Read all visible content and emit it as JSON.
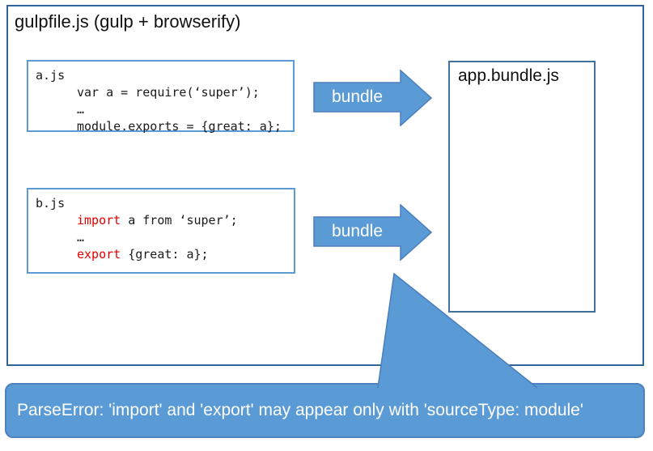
{
  "frame": {
    "title": "gulpfile.js (gulp + browserify)"
  },
  "source_files": {
    "a": {
      "filename": "a.js",
      "lines": [
        {
          "keyword": "",
          "code": "var a = require(‘super’);"
        },
        {
          "keyword": "",
          "code": "…"
        },
        {
          "keyword": "",
          "code": "module.exports = {great: a};"
        }
      ]
    },
    "b": {
      "filename": "b.js",
      "lines": [
        {
          "keyword": "import",
          "code": " a from ‘super’;"
        },
        {
          "keyword": "",
          "code": "…"
        },
        {
          "keyword": "export",
          "code": " {great: a};"
        }
      ]
    }
  },
  "arrows": {
    "bundle1_label": "bundle",
    "bundle2_label": "bundle"
  },
  "output_file": {
    "title": "app.bundle.js"
  },
  "callout": {
    "text": "ParseError: 'import' and 'export' may appear only with 'sourceType: module'"
  },
  "colors": {
    "accent_blue_fill": "#5B9BD5",
    "accent_blue_border": "#4A7EBB",
    "frame_border": "#31659C",
    "output_box_border": "#41719C",
    "keyword_red": "#E50000",
    "callout_text": "#FDFDFE"
  }
}
